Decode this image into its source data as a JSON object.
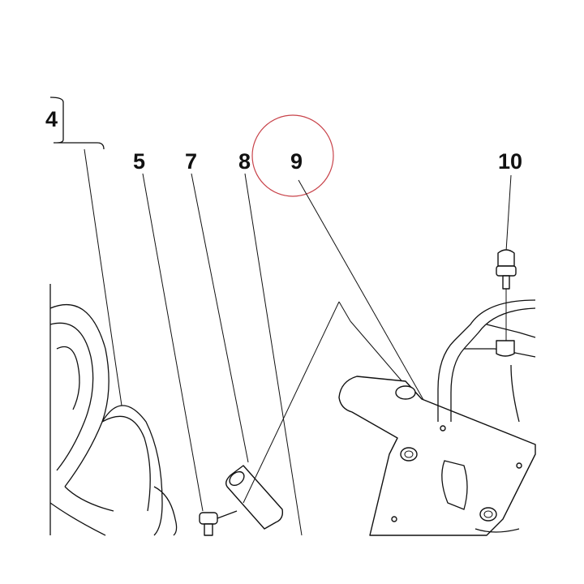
{
  "callouts": {
    "c4": "4",
    "c5": "5",
    "c7": "7",
    "c8": "8",
    "c9": "9",
    "c10": "10"
  },
  "highlight": {
    "target": "9",
    "color": "#c8434a"
  }
}
